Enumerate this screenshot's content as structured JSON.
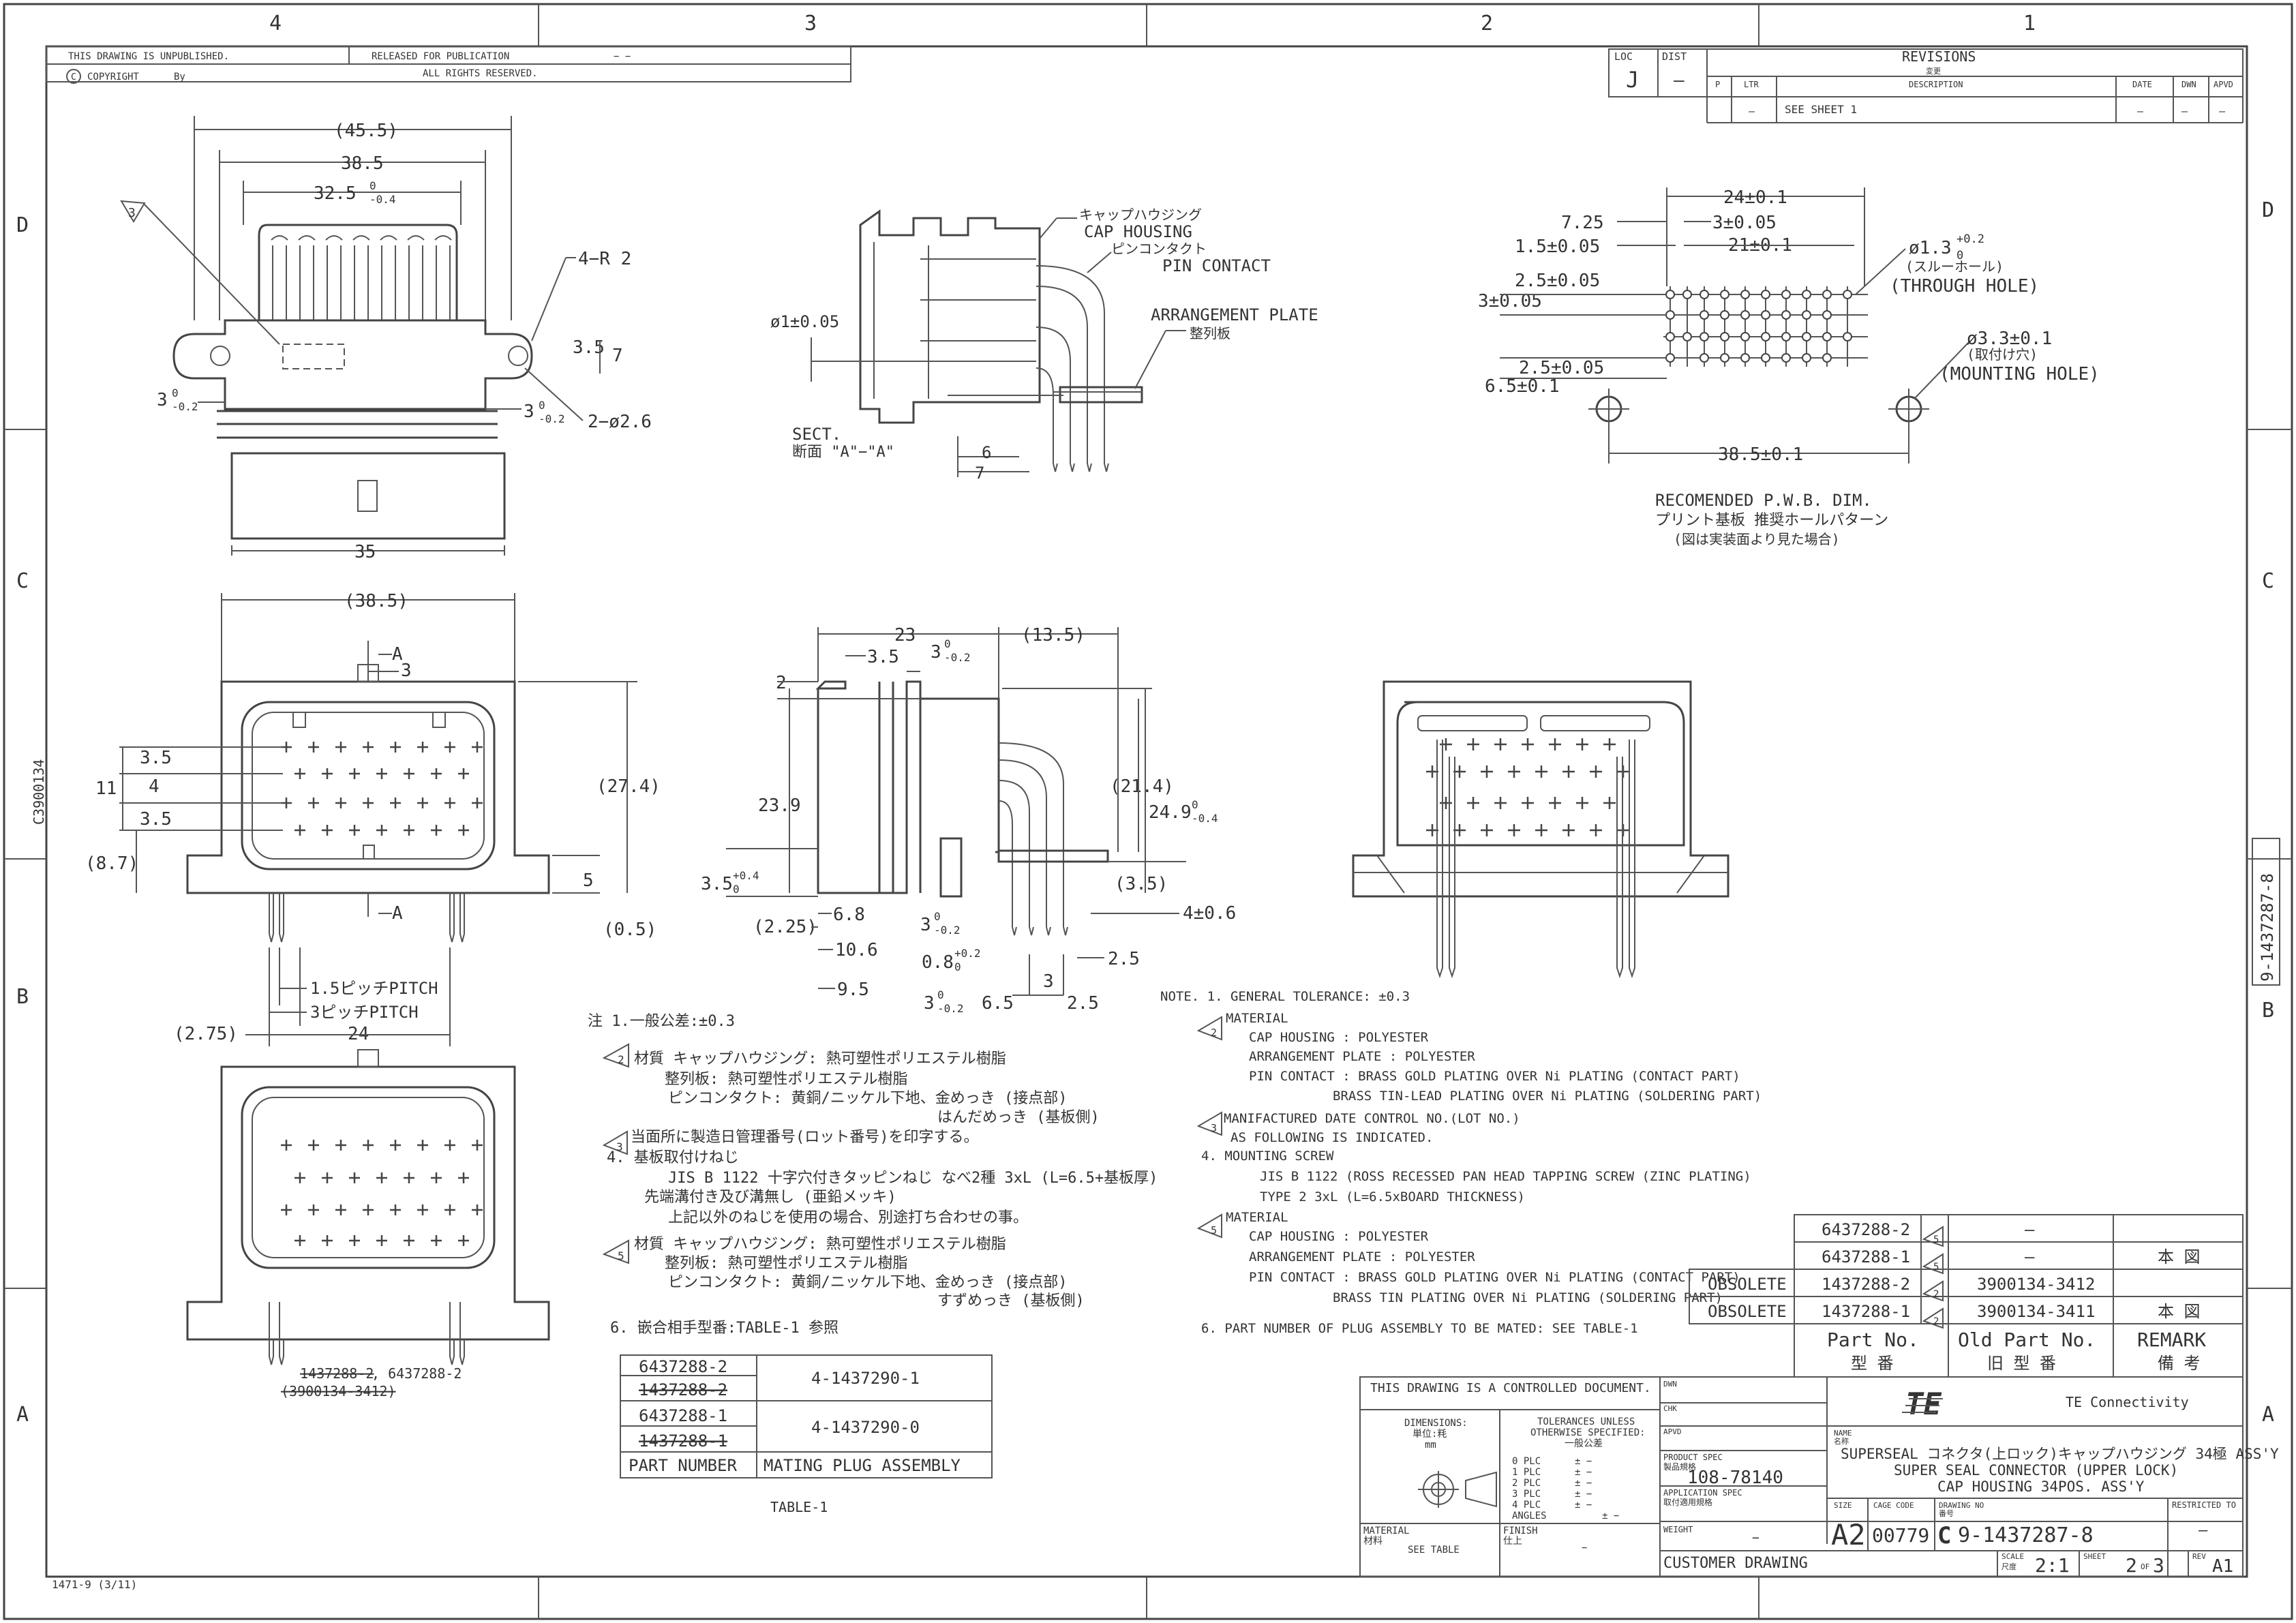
{
  "border": {
    "top_zones": [
      "4",
      "3",
      "2",
      "1"
    ],
    "side_zones": [
      "D",
      "C",
      "B",
      "A"
    ],
    "unpublished": "THIS DRAWING IS UNPUBLISHED.",
    "released": "RELEASED FOR PUBLICATION",
    "copyright": "COPYRIGHT",
    "by": "By",
    "rights": "ALL RIGHTS RESERVED.",
    "left_edge_code": "C3900134",
    "form_no": "1471-9 (3/11)"
  },
  "revisions": {
    "loc_label": "LOC",
    "loc_value": "J",
    "dist_label": "DIST",
    "dist_value": "—",
    "title": "REVISIONS",
    "title_jp": "変更",
    "col_p": "P",
    "col_ltr": "LTR",
    "col_desc": "DESCRIPTION",
    "col_date": "DATE",
    "col_dwn": "DWN",
    "col_apvd": "APVD",
    "row_ltr": "—",
    "row_desc": "SEE SHEET 1",
    "row_date": "—",
    "row_dwn": "—",
    "row_apvd": "—"
  },
  "side_tab": "9-1437287-8",
  "top_view": {
    "d_455": "(45.5)",
    "d_385": "38.5",
    "d_325": "32.5",
    "d_325_tol": "0",
    "d_325_tol2": "-0.4",
    "callout3": "3",
    "r2": "4−R 2",
    "hole": "2−ø2.6",
    "d_35": "3.5",
    "d_7": "7",
    "d_3l": "3",
    "d_3l_tol": "0",
    "d_3l_tol2": "-0.2",
    "d_3r": "3",
    "d_3r_tol": "0",
    "d_3r_tol2": "-0.2",
    "d_35w": "35"
  },
  "section": {
    "cap_jp": "キャップハウジング",
    "cap": "CAP HOUSING",
    "pin_jp": "ピンコンタクト",
    "pin": "PIN CONTACT",
    "arr": "ARRANGEMENT PLATE",
    "arr_jp": "整列板",
    "d_pin": "ø1±0.05",
    "sect": "SECT.",
    "sect_jp": "断面 \"A\"−\"A\"",
    "d_6": "6",
    "d_7": "7"
  },
  "pwb": {
    "d_24": "24±0.1",
    "d_725": "7.25",
    "d_3": "3±0.05",
    "d_15": "1.5±0.05",
    "d_21": "21±0.1",
    "through": "ø1.3",
    "through_tol": "+0.2",
    "through_tol2": "0",
    "through_jp": "(スルーホール)",
    "through_en": "(THROUGH HOLE)",
    "d_25a": "2.5±0.05",
    "d_3b": "3±0.05",
    "d_25b": "2.5±0.05",
    "d_65": "6.5±0.1",
    "mount": "ø3.3±0.1",
    "mount_jp": "(取付け穴)",
    "mount_en": "(MOUNTING HOLE)",
    "d_385": "38.5±0.1",
    "caption1": "RECOMENDED P.W.B. DIM.",
    "caption2": "プリント基板 推奨ホールパターン",
    "caption3": "(図は実装面より見た場合)"
  },
  "front_view": {
    "d_385": "(38.5)",
    "a_top": "A",
    "d_3": "3",
    "d_35a": "3.5",
    "d_4": "4",
    "d_35b": "3.5",
    "d_11": "11",
    "d_87": "(8.7)",
    "d_274": "(27.4)",
    "d_5": "5",
    "d_05": "(0.5)",
    "a_bot": "A",
    "pitch15": "1.5ピッチPITCH",
    "pitch3": "3ピッチPITCH",
    "d_275": "(2.75)",
    "d_24": "24"
  },
  "side_view": {
    "d_23": "23",
    "d_135": "(13.5)",
    "d_35": "3.5",
    "d_3": "3",
    "d_3_tol": "0",
    "d_3_tol2": "-0.2",
    "d_2": "2",
    "d_239": "23.9",
    "d_214": "(21.4)",
    "d_249": "24.9",
    "d_249_tol": "0",
    "d_249_tol2": "-0.4",
    "d_35b": "3.5",
    "d_35b_tol": "+0.4",
    "d_35b_tol2": "0",
    "d_35c": "(3.5)",
    "d_4": "4±0.6",
    "d_225": "(2.25)",
    "d_68": "6.8",
    "d_3c": "3",
    "d_3c_tol": "0",
    "d_3c_tol2": "-0.2",
    "d_106": "10.6",
    "d_08": "0.8",
    "d_08_tol": "+0.2",
    "d_08_tol2": "0",
    "d_3d": "3",
    "d_25": "2.5",
    "d_95": "9.5",
    "d_3e": "3",
    "d_3e_tol": "0",
    "d_3e_tol2": "-0.2",
    "d_65": "6.5",
    "d_25b": "2.5"
  },
  "bottom_caption": {
    "struck": "1437288-2",
    "rest": ", 6437288-2",
    "sub": "(3900134-3412)"
  },
  "notes_jp": [
    "注 1.一般公差:±0.3",
    "材質  キャップハウジング: 熱可塑性ポリエステル樹脂",
    "整列板: 熱可塑性ポリエステル樹脂",
    "ピンコンタクト: 黄銅/ニッケル下地、金めっき   (接点部)",
    "はんだめっき  (基板側)",
    "当面所に製造日管理番号(ロット番号)を印字する。",
    "4. 基板取付けねじ",
    "JIS B 1122  十字穴付きタッピンねじ  なべ2種 3xL (L=6.5+基板厚)",
    "先端溝付き及び溝無し  (亜鉛メッキ)",
    "上記以外のねじを使用の場合、別途打ち合わせの事。",
    "材質  キャップハウジング: 熱可塑性ポリエステル樹脂",
    "整列板: 熱可塑性ポリエステル樹脂",
    "ピンコンタクト: 黄銅/ニッケル下地、金めっき   (接点部)",
    "すずめっき  (基板側)",
    "6. 嵌合相手型番:TABLE-1 参照"
  ],
  "notes_en": [
    "NOTE. 1. GENERAL TOLERANCE: ±0.3",
    "MATERIAL",
    "CAP HOUSING : POLYESTER",
    "ARRANGEMENT PLATE : POLYESTER",
    "PIN CONTACT : BRASS GOLD PLATING OVER Ni PLATING (CONTACT PART)",
    "BRASS TIN-LEAD PLATING OVER Ni PLATING (SOLDERING PART)",
    "MANIFACTURED DATE CONTROL NO.(LOT NO.)",
    "AS FOLLOWING IS INDICATED.",
    "4. MOUNTING SCREW",
    "JIS B 1122  (ROSS RECESSED PAN HEAD TAPPING SCREW  (ZINC PLATING)",
    "TYPE 2  3xL  (L=6.5xBOARD THICKNESS)",
    "MATERIAL",
    "CAP HOUSING : POLYESTER",
    "ARRANGEMENT PLATE : POLYESTER",
    "PIN CONTACT : BRASS GOLD PLATING OVER Ni PLATING (CONTACT PART)",
    "BRASS TIN PLATING OVER Ni PLATING (SOLDERING PART)",
    "6. PART NUMBER OF PLUG ASSEMBLY TO BE MATED: SEE TABLE-1"
  ],
  "note_marks": [
    "2",
    "3",
    "5",
    "2",
    "3",
    "5"
  ],
  "table1": {
    "r1": "6437288-2",
    "r2": "1437288-2",
    "r3": "6437288-1",
    "r4": "1437288-1",
    "plug1": "4-1437290-1",
    "plug2": "4-1437290-0",
    "h1": "PART NUMBER",
    "h2": "MATING PLUG ASSEMBLY",
    "caption": "TABLE-1"
  },
  "parts_table": {
    "rows": [
      {
        "status": "",
        "part": "6437288-2",
        "mark": "5",
        "old": "—",
        "remark": ""
      },
      {
        "status": "",
        "part": "6437288-1",
        "mark": "5",
        "old": "—",
        "remark": "本 図"
      },
      {
        "status": "OBSOLETE",
        "part": "1437288-2",
        "mark": "2",
        "old": "3900134-3412",
        "remark": ""
      },
      {
        "status": "OBSOLETE",
        "part": "1437288-1",
        "mark": "2",
        "old": "3900134-3411",
        "remark": "本 図"
      }
    ],
    "h_part": "Part No.",
    "h_part_jp": "型 番",
    "h_old": "Old Part No.",
    "h_old_jp": "旧 型 番",
    "h_remark": "REMARK",
    "h_remark_jp": "備 考"
  },
  "title_block": {
    "controlled": "THIS DRAWING IS A CONTROLLED DOCUMENT.",
    "dimensions": "DIMENSIONS:",
    "dimensions_jp": "単位:粍",
    "dimensions_unit": "mm",
    "tol_1": "TOLERANCES UNLESS",
    "tol_2": "OTHERWISE SPECIFIED:",
    "tol_jp": "一般公差",
    "plc": [
      "0 PLC",
      "1 PLC",
      "2 PLC",
      "3 PLC",
      "4 PLC",
      "ANGLES"
    ],
    "plc_val": "±  −",
    "material": "MATERIAL",
    "material_jp": "材料",
    "material_val": "SEE TABLE",
    "finish": "FINISH",
    "finish_jp": "仕上",
    "finish_val": "−",
    "dwn": "DWN",
    "chk": "CHK",
    "apvd": "APVD",
    "product_spec": "PRODUCT SPEC",
    "product_spec_jp": "製品規格",
    "product_spec_val": "108-78140",
    "app_spec": "APPLICATION SPEC",
    "app_spec_jp": "取付適用規格",
    "weight": "WEIGHT",
    "weight_val": "−",
    "customer": "CUSTOMER DRAWING",
    "te": "TE",
    "te_name": "TE Connectivity",
    "name_label": "NAME",
    "name_jp": "名称",
    "name1": "SUPERSEAL コネクタ(上ロック)キャップハウジング 34極 ASS'Y",
    "name2": "SUPER SEAL CONNECTOR (UPPER LOCK)",
    "name3": "CAP HOUSING 34POS. ASS'Y",
    "size_label": "SIZE",
    "size": "A2",
    "cage_label": "CAGE CODE",
    "cage": "00779",
    "dwg_label": "DRAWING NO",
    "dwg_jp": "番号",
    "dwg_c": "C",
    "dwg": "9-1437287-8",
    "restricted": "RESTRICTED TO",
    "restricted_val": "—",
    "scale_label": "SCALE",
    "scale_jp": "尺度",
    "scale": "2:1",
    "sheet_label": "SHEET",
    "sheet": "2",
    "sheet_of": "OF",
    "sheet_total": "3",
    "rev_label": "REV",
    "rev": "A1"
  }
}
